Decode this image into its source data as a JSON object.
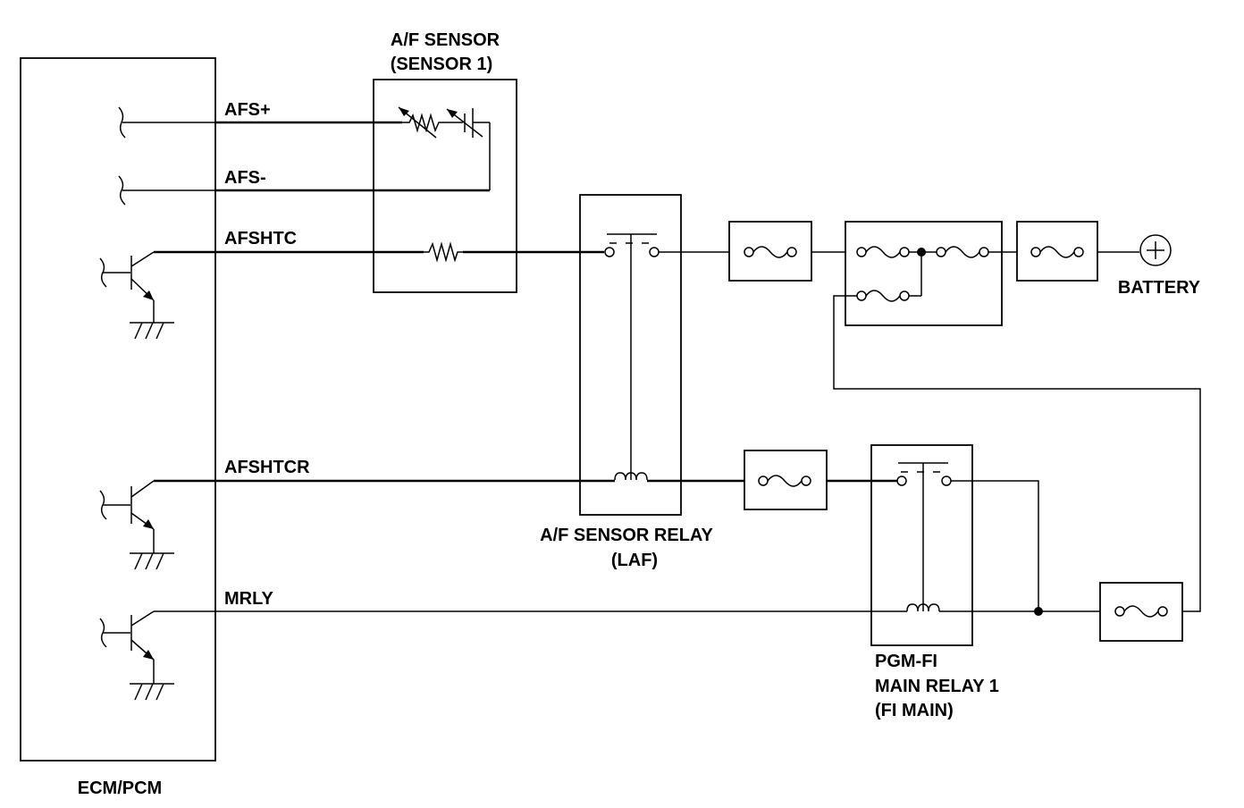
{
  "labels": {
    "ecm": "ECM/PCM",
    "afs_plus": "AFS+",
    "afs_minus": "AFS-",
    "afshtc": "AFSHTC",
    "afshtcr": "AFSHTCR",
    "mrly": "MRLY",
    "af_sensor_line1": "A/F SENSOR",
    "af_sensor_line2": "(SENSOR 1)",
    "af_relay_line1": "A/F SENSOR RELAY",
    "af_relay_line2": "(LAF)",
    "pgm_line1": "PGM-FI",
    "pgm_line2": "MAIN RELAY 1",
    "pgm_line3": "(FI MAIN)",
    "battery": "BATTERY"
  }
}
